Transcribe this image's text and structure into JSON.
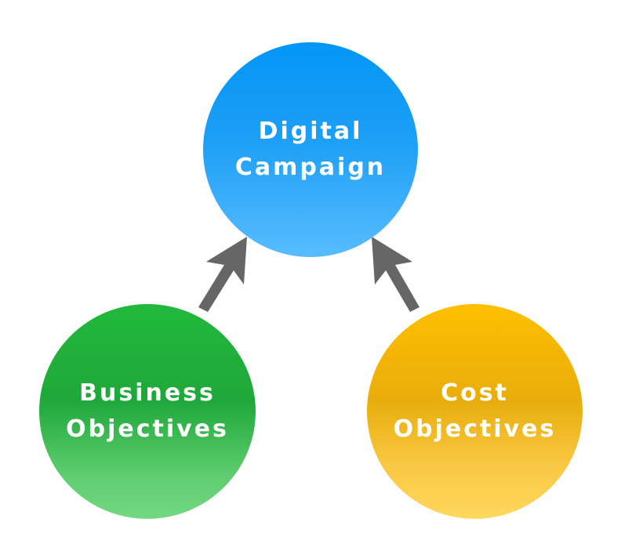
{
  "nodes": {
    "top": {
      "line1": "Digital",
      "line2": "Campaign",
      "color": "#1c9ff5"
    },
    "left": {
      "line1": "Business",
      "line2": "Objectives",
      "color": "#1fa83a"
    },
    "right": {
      "line1": "Cost",
      "line2": "Objectives",
      "color": "#e8ad0c"
    }
  },
  "arrow_color": "#666666"
}
